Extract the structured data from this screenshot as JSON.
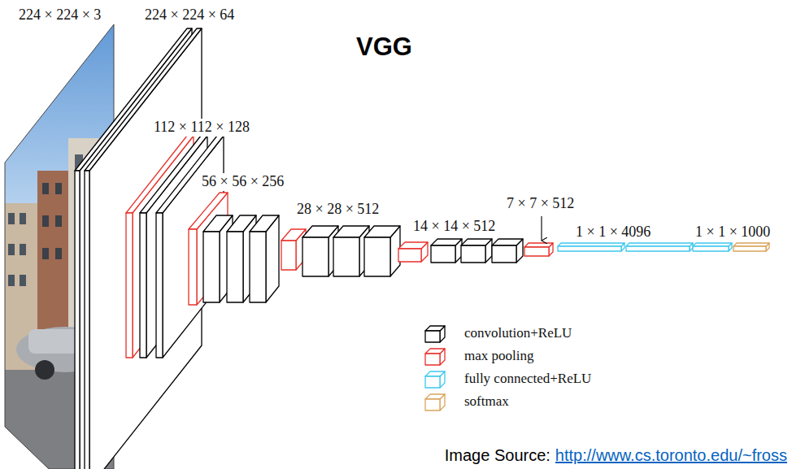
{
  "diagram": {
    "title": "VGG",
    "caption": "Image Source:",
    "labels": [
      "224 × 224 × 3",
      "224 × 224 × 64",
      "112 × 112 × 128",
      "56 × 56 × 256",
      "28 × 28 × 512",
      "14 × 14 × 512",
      "7 × 7 × 512",
      "1 × 1 × 4096",
      "1 × 1 × 1000",
      "http://www.cs.toronto.edu/~fross"
    ],
    "legend": [
      {
        "text": "convolution+ReLU",
        "color": "#000000"
      },
      {
        "text": "max pooling",
        "color": "#e8302a"
      },
      {
        "text": "fully connected+ReLU",
        "color": "#3ec8f0"
      },
      {
        "text": "softmax",
        "color": "#d9a55b"
      }
    ]
  }
}
